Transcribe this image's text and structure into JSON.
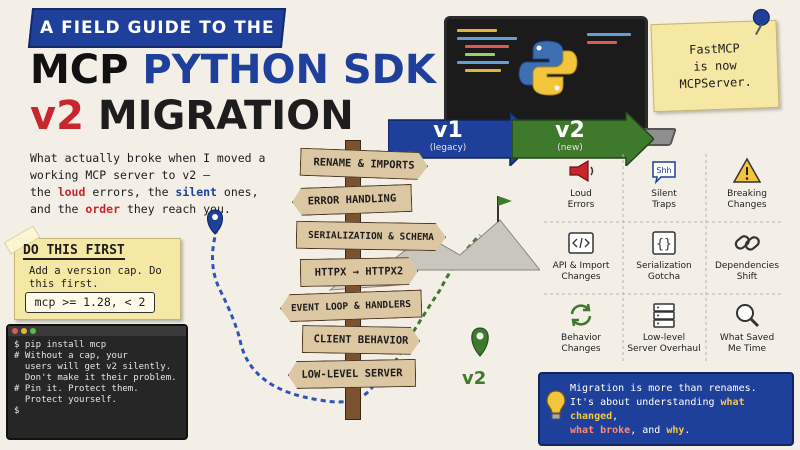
{
  "header": {
    "banner": "A FIELD GUIDE TO THE",
    "title_mcp": "MCP",
    "title_python_sdk": "PYTHON SDK",
    "title_v2": "v2",
    "title_migration": "MIGRATION"
  },
  "intro": {
    "line1": "What actually broke when I moved a",
    "line2": "working MCP server to v2 —",
    "line3_pre": "the ",
    "loud": "loud",
    "line3_mid": " errors, the ",
    "silent": "silent",
    "line3_post": " ones,",
    "line4_pre": "and the ",
    "order": "order",
    "line4_post": " they reach you."
  },
  "sticky_note": {
    "heading": "DO THIS FIRST",
    "body": "Add a version cap. Do this first.",
    "code": "mcp >= 1.28, < 2"
  },
  "terminal": {
    "lines": [
      "$ pip install mcp",
      "# Without a cap, your",
      "  users will get v2 silently.",
      "  Don't make it their problem.",
      "",
      "# Pin it. Protect them.",
      "  Protect yourself.",
      "$"
    ]
  },
  "laptop": {
    "icon": "python-logo-icon"
  },
  "versions": {
    "v1_label": "v1",
    "v1_sub": "(legacy)",
    "v2_label": "v2",
    "v2_sub": "(new)",
    "map_pin_label": "v2"
  },
  "fastmcp_note": {
    "line1": "FastMCP",
    "line2": "is now",
    "line3": "MCPServer."
  },
  "signs": [
    "RENAME & IMPORTS",
    "ERROR HANDLING",
    "SERIALIZATION & SCHEMA",
    "HTTPX → HTTPX2",
    "EVENT LOOP & HANDLERS",
    "CLIENT BEHAVIOR",
    "LOW-LEVEL SERVER"
  ],
  "grid": [
    {
      "icon": "megaphone-icon",
      "line1": "Loud",
      "line2": "Errors"
    },
    {
      "icon": "shh-bubble-icon",
      "line1": "Silent",
      "line2": "Traps",
      "icon_text": "Shh"
    },
    {
      "icon": "warning-icon",
      "line1": "Breaking",
      "line2": "Changes"
    },
    {
      "icon": "code-brackets-icon",
      "line1": "API & Import",
      "line2": "Changes"
    },
    {
      "icon": "curly-braces-icon",
      "line1": "Serialization",
      "line2": "Gotcha"
    },
    {
      "icon": "chain-link-icon",
      "line1": "Dependencies",
      "line2": "Shift"
    },
    {
      "icon": "refresh-arrows-icon",
      "line1": "Behavior",
      "line2": "Changes"
    },
    {
      "icon": "server-stack-icon",
      "line1": "Low-level",
      "line2": "Server Overhaul"
    },
    {
      "icon": "magnifier-icon",
      "line1": "What Saved",
      "line2": "Me Time"
    }
  ],
  "callout": {
    "line1": "Migration is more than renames.",
    "line2_pre": "It's about understanding ",
    "what_changed": "what changed",
    "line2_post": ",",
    "line3_pre": "",
    "what_broke": "what broke",
    "line3_mid": ", and ",
    "why": "why",
    "line3_post": "."
  },
  "colors": {
    "brand_blue": "#1e3f9a",
    "accent_red": "#c9252c",
    "v2_green": "#3f7a2c",
    "sticky_yellow": "#f5e7a4"
  }
}
